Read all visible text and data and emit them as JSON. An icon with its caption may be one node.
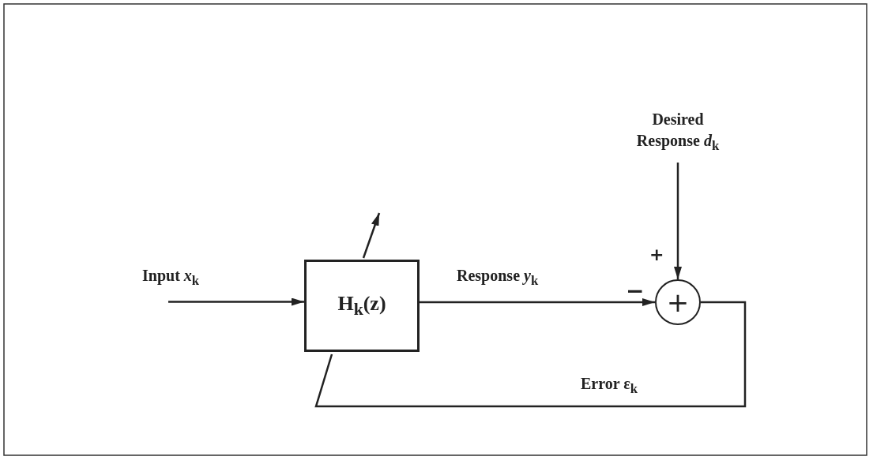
{
  "diagram": {
    "nodes": [
      {
        "text": [
          "H$_{k}$(z)"
        ]
      },
      {
        "text": [
          "+"
        ]
      },
      {
        "text": [
          "Desired Response *d*$_{k}$"
        ]
      }
    ],
    "edges": [
      {
        "from": null,
        "to": 0,
        "arrow": "to",
        "label": "Input *x*$_{k}$"
      },
      {
        "from": 0,
        "to": 1,
        "arrow": "to",
        "label": "Response *y*$_{k}$"
      },
      {
        "from": 2,
        "to": 1,
        "arrow": "to"
      },
      {
        "from": 1,
        "to": 0,
        "arrow": "none",
        "label": "Error ε$_{k}$"
      },
      {
        "from": 0,
        "to": null,
        "arrow": "to"
      }
    ],
    "labels": [
      "+",
      "−"
    ]
  }
}
